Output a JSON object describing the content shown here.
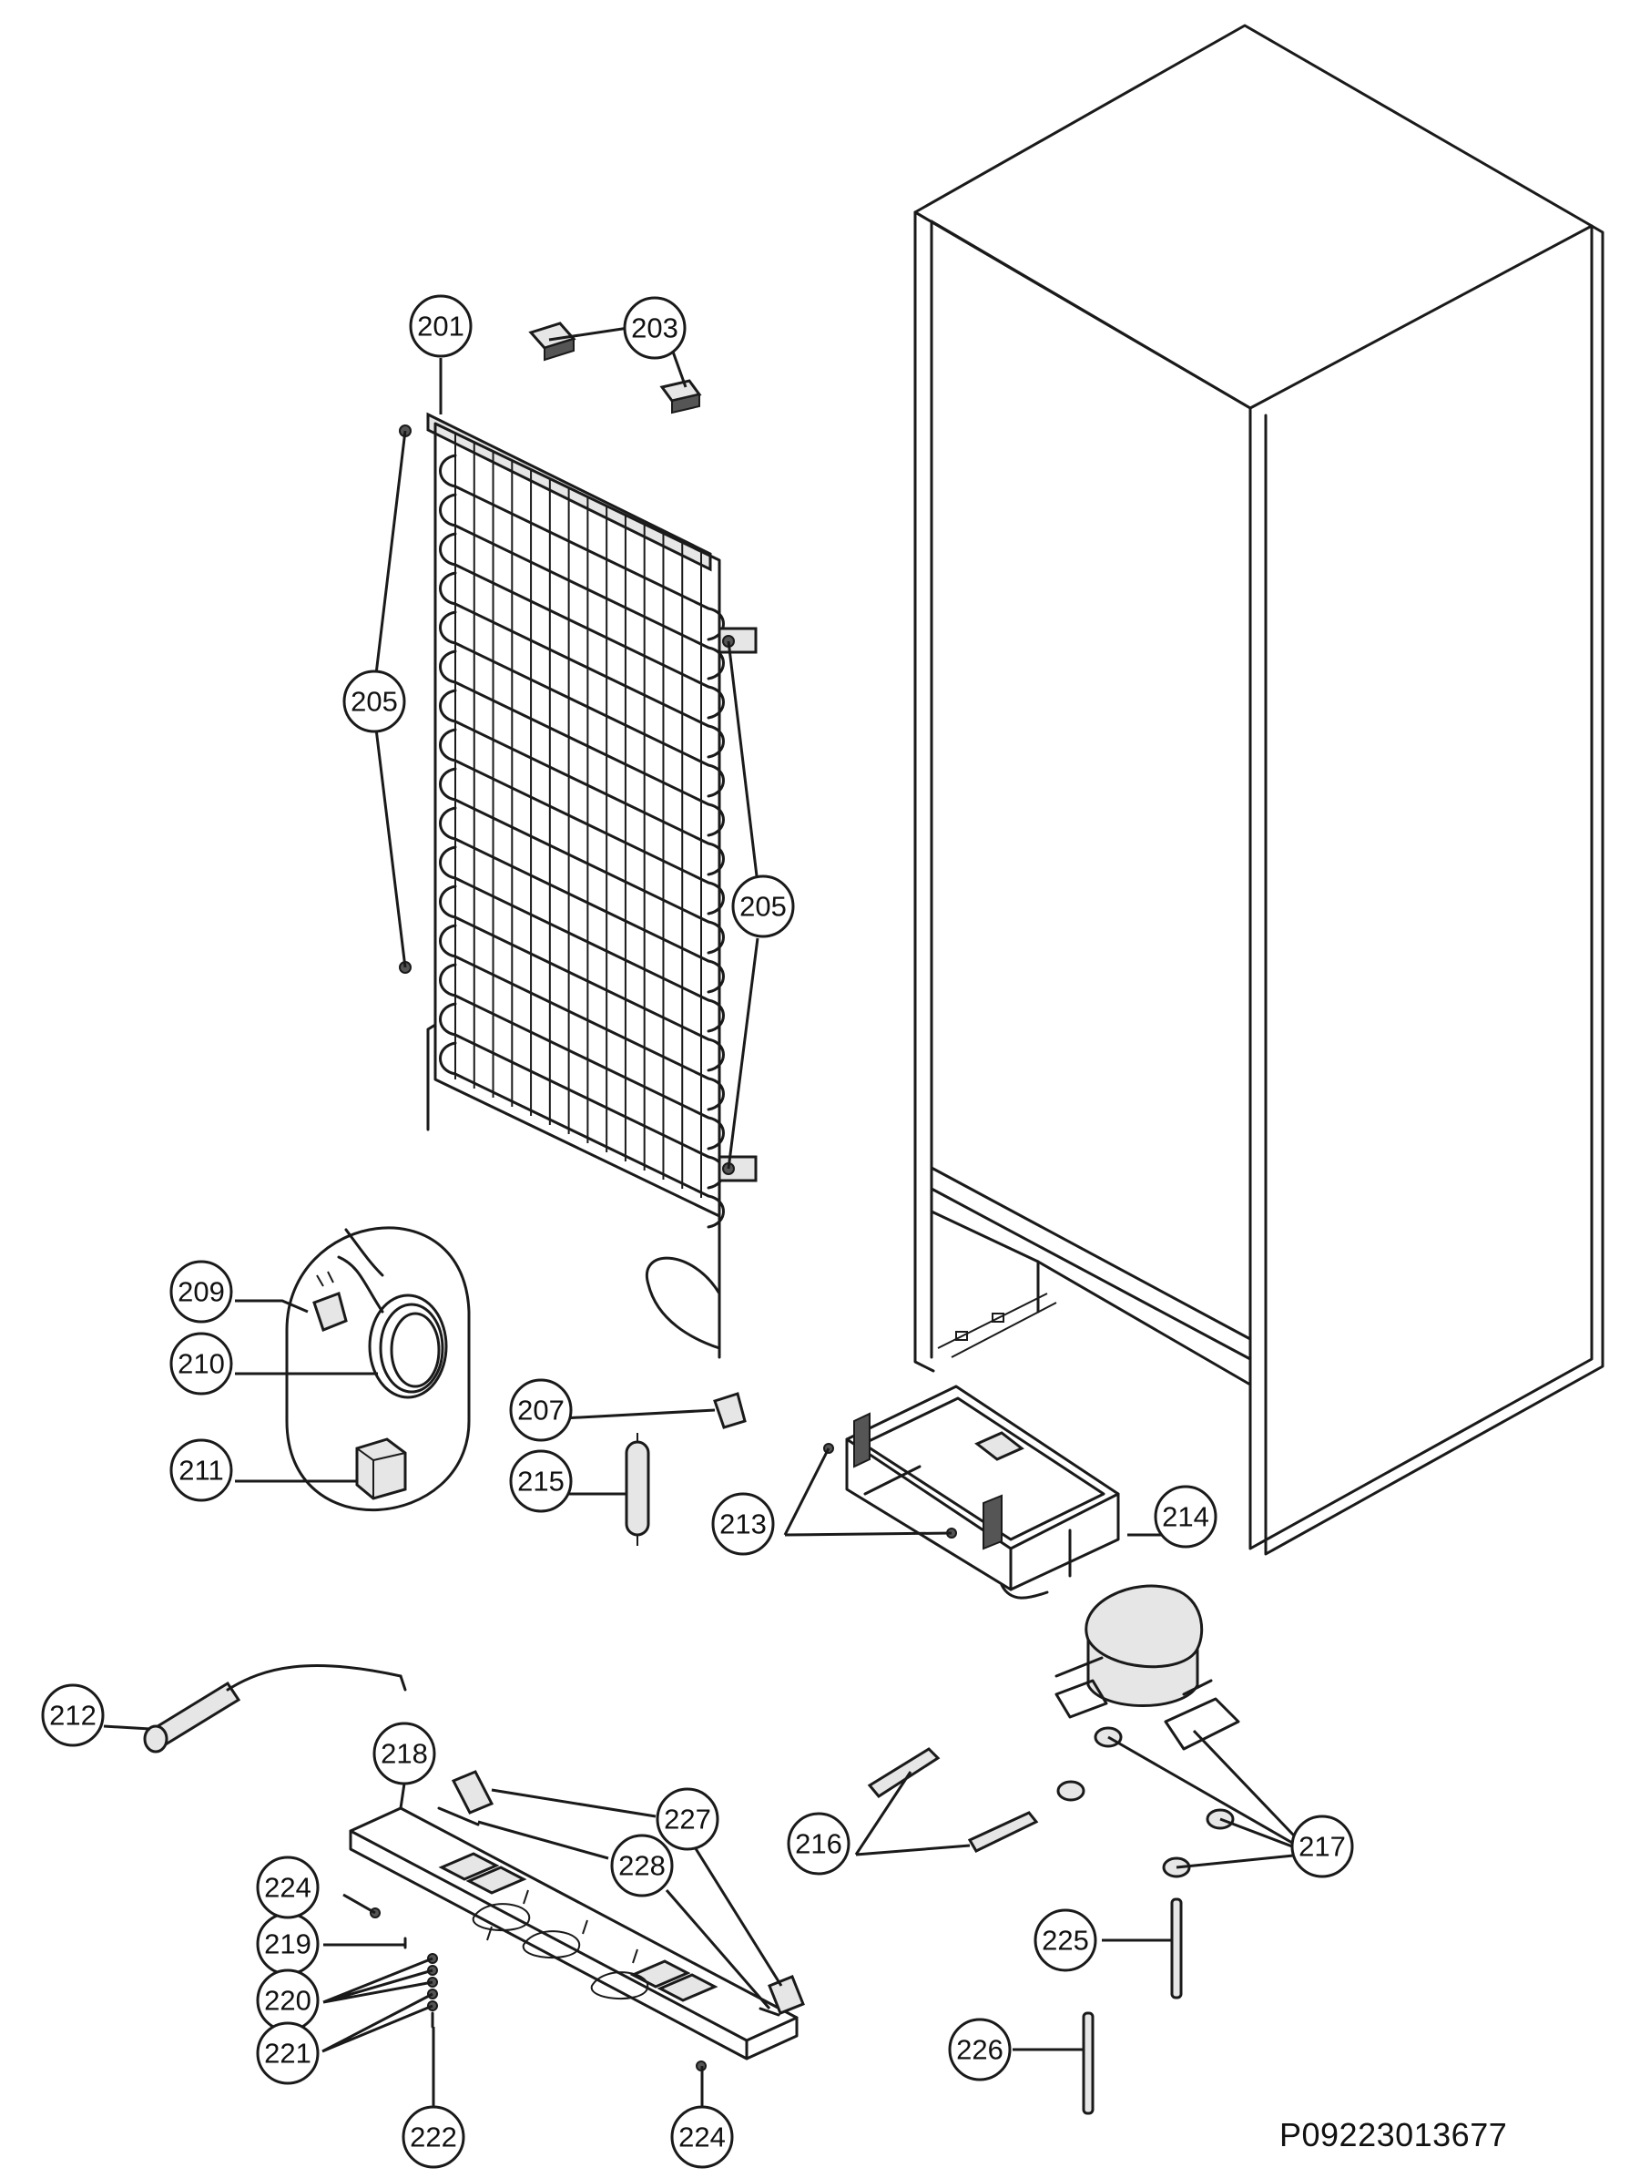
{
  "callouts": {
    "c201": "201",
    "c203": "203",
    "c205a": "205",
    "c205b": "205",
    "c207": "207",
    "c209": "209",
    "c210": "210",
    "c211": "211",
    "c212": "212",
    "c213": "213",
    "c214": "214",
    "c215": "215",
    "c216": "216",
    "c217": "217",
    "c218": "218",
    "c219": "219",
    "c220": "220",
    "c221": "221",
    "c222": "222",
    "c224a": "224",
    "c224b": "224",
    "c225": "225",
    "c226": "226",
    "c227": "227",
    "c228": "228"
  },
  "document_code": "P09223013677"
}
